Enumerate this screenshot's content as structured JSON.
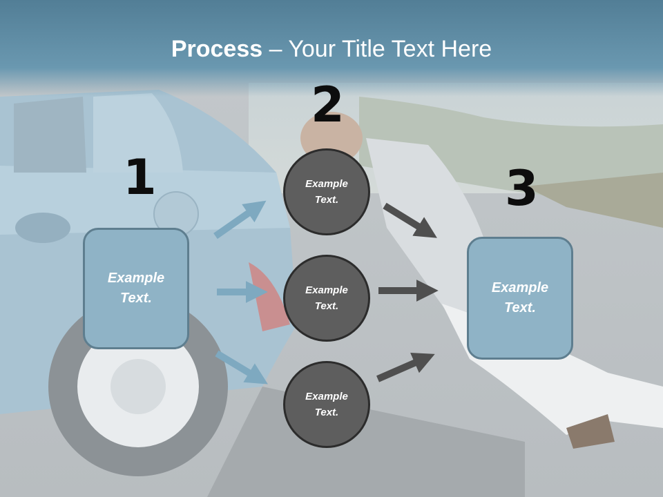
{
  "title": {
    "bold": "Process",
    "rest": " – Your Title Text Here"
  },
  "numbers": [
    "1",
    "2",
    "3"
  ],
  "left_box": {
    "text_line1": "Example",
    "text_line2": "Text."
  },
  "circles": [
    {
      "text_line1": "Example",
      "text_line2": "Text."
    },
    {
      "text_line1": "Example",
      "text_line2": "Text."
    },
    {
      "text_line1": "Example",
      "text_line2": "Text."
    }
  ],
  "right_box": {
    "text_line1": "Example",
    "text_line2": "Text."
  },
  "colors": {
    "header": "#6a98b0",
    "box_fill": "#8fb3c6",
    "circle_fill": "#5e5e5e",
    "blue_arrow": "#7ea9c0",
    "dark_arrow": "#4f4f4f"
  }
}
